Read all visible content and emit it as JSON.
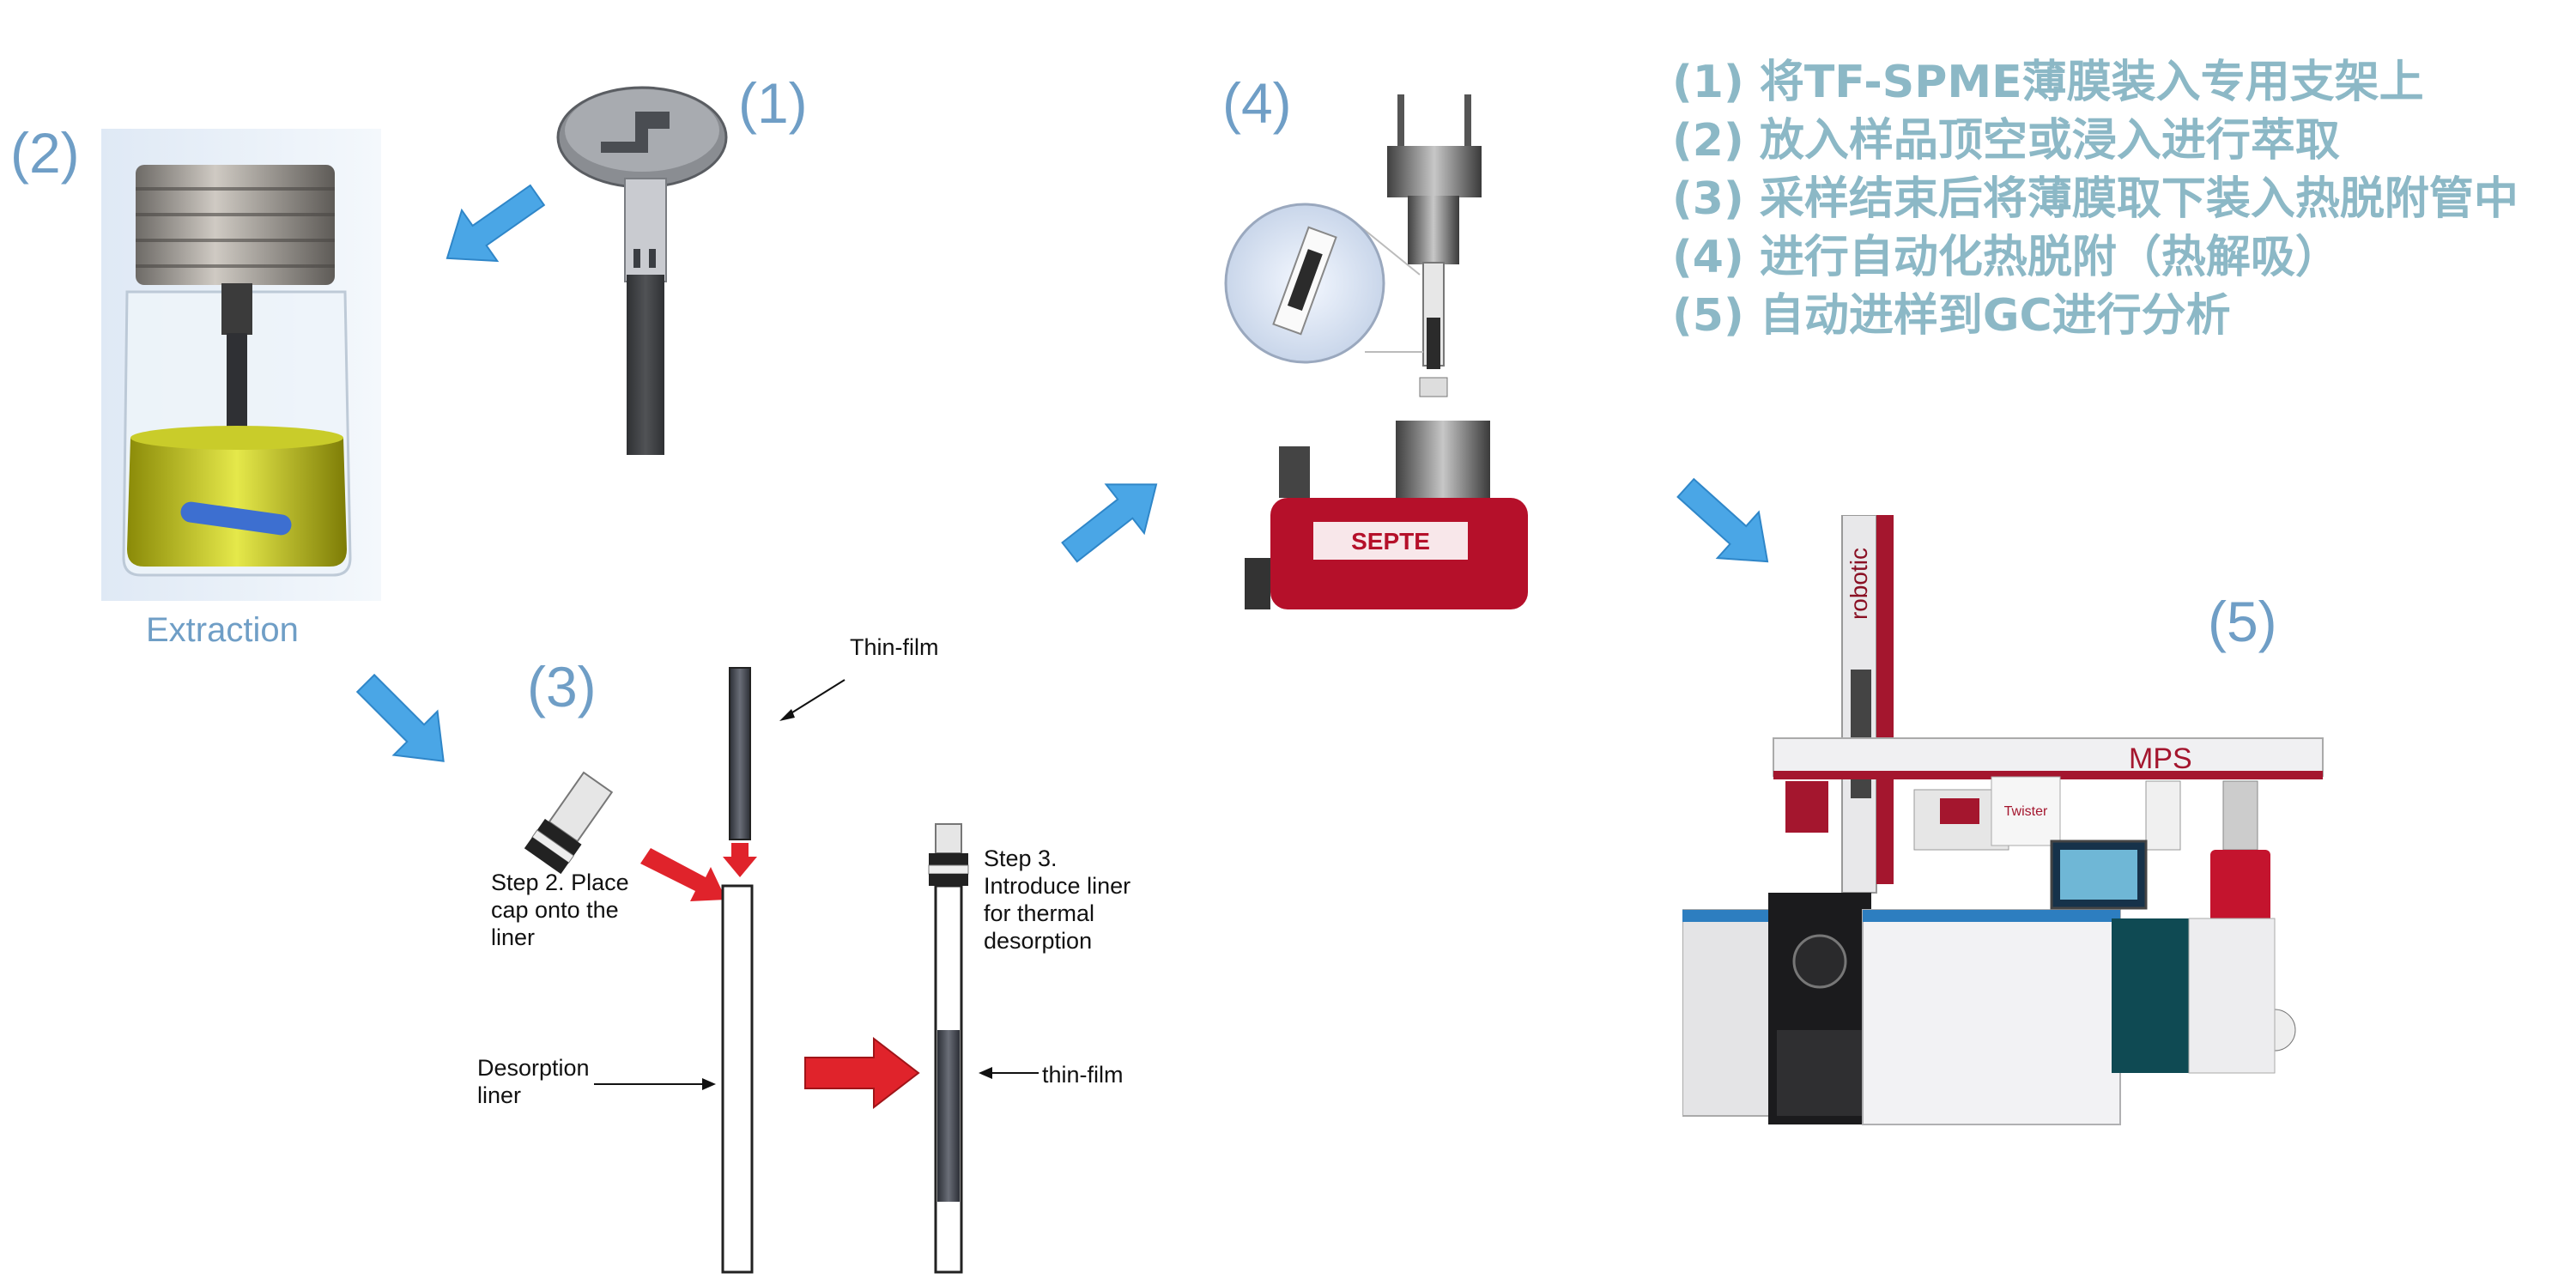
{
  "steps": {
    "s1": "(1)",
    "s2": "(2)",
    "s3": "(3)",
    "s4": "(4)",
    "s5": "(5)"
  },
  "extraction_label": "Extraction",
  "instructions": [
    "(1) 将TF-SPME薄膜装入专用支架上",
    "(2) 放入样品顶空或浸入进行萃取",
    "(3) 采样结束后将薄膜取下装入热脱附管中",
    "(4) 进行自动化热脱附（热解吸）",
    "(5) 自动进样到GC进行分析"
  ],
  "diagram": {
    "thin_film_top": "Thin-film",
    "step2": "Step 2. Place cap onto the liner",
    "step3": "Step 3. Introduce liner for thermal desorption",
    "desorption_liner": "Desorption liner",
    "thin_film_bottom": "thin-film"
  },
  "instrument": {
    "arm_label": "robotic",
    "rail_label": "MPS",
    "box_label": "SEPTE",
    "vial_label": "Twister"
  },
  "colors": {
    "arrow_blue": "#4aa6e6",
    "arrow_red": "#e0232b",
    "instrument_red": "#b5102a",
    "text_blue": "#6f9ec6",
    "text_teal": "#8cb8c6"
  }
}
